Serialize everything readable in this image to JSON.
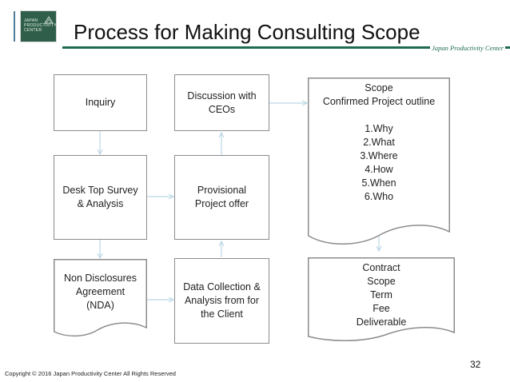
{
  "header": {
    "title": "Process for Making Consulting Scope",
    "organization": "Japan Productivity Center",
    "logo_text": [
      "JAPAN",
      "PRODUCTIVITY",
      "CENTER"
    ]
  },
  "diagram": {
    "boxes": {
      "inquiry": [
        "Inquiry"
      ],
      "discussion": [
        "Discussion with",
        "CEOs"
      ],
      "desk_survey": [
        "Desk Top Survey",
        "& Analysis"
      ],
      "provisional": [
        "Provisional",
        "Project offer"
      ],
      "nda": [
        "Non Disclosures",
        "Agreement",
        "(NDA)"
      ],
      "data_collection": [
        "Data Collection &",
        "Analysis from for",
        "the Client"
      ],
      "scope_header": [
        "Scope",
        "Confirmed Project outline"
      ],
      "scope_items": [
        "1.Why",
        "2.What",
        "3.Where",
        "4.How",
        "5.When",
        "6.Who"
      ],
      "contract": [
        "Contract",
        "Scope",
        "Term",
        "Fee",
        "Deliverable"
      ]
    },
    "arrow_color": "#bcd7e6",
    "border_color": "#8c8c8c"
  },
  "footer": {
    "page_number": "32",
    "copyright": "Copyright © 2016 Japan Productivity Center All Rights Reserved"
  },
  "colors": {
    "accent_green": "#1f6b52",
    "logo_green": "#2f5f4a"
  }
}
